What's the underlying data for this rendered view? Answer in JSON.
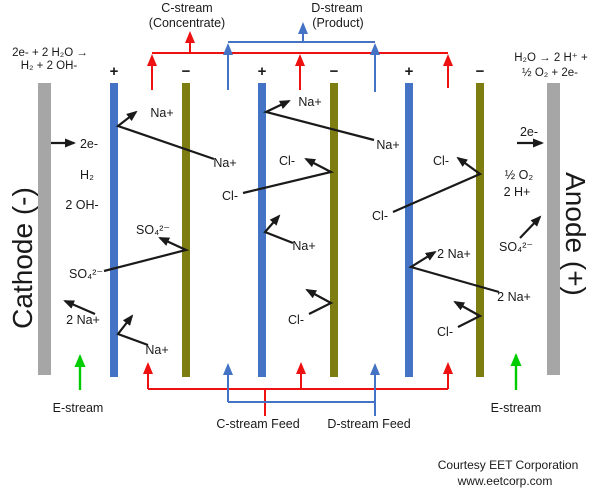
{
  "diagram": {
    "reactions": {
      "cathode": [
        "2e- + 2 H₂O →",
        "H₂ + 2 OH-"
      ],
      "anode": [
        "H₂O  →  2 H⁺ +",
        "½ O₂ + 2e-"
      ]
    },
    "electrodes": {
      "cathode": "Cathode (-)",
      "anode": "Anode (+)"
    },
    "membrane_signs": [
      "+",
      "−",
      "+",
      "−",
      "+",
      "−"
    ],
    "streams": {
      "c_top_line1": "C-stream",
      "c_top_line2": "(Concentrate)",
      "d_top_line1": "D-stream",
      "d_top_line2": "(Product)",
      "c_feed": "C-stream Feed",
      "d_feed": "D-stream Feed",
      "e_left": "E-stream",
      "e_right": "E-stream"
    },
    "ions": {
      "e_left_2e": "2e-",
      "e_left_h2": "H₂",
      "e_left_2oh": "2 OH-",
      "e_left_so4": "SO₄²⁻",
      "e_left_2na": "2 Na+",
      "c1_na_top": "Na+",
      "c1_so4": "SO₄²⁻",
      "c1_na_bottom": "Na+",
      "d1_na": "Na+",
      "d1_cl": "Cl-",
      "c2_na_top": "Na+",
      "c2_cl_top": "Cl-",
      "c2_na_bottom": "Na+",
      "c2_cl_bottom": "Cl-",
      "d2_na": "Na+",
      "d2_cl": "Cl-",
      "c3_cl_top": "Cl-",
      "c3_2na": "2 Na+",
      "c3_cl_bottom": "Cl-",
      "e_right_2e": "2e-",
      "e_right_o2": "½ O₂",
      "e_right_2h": "2 H+",
      "e_right_so4": "SO₄²⁻",
      "e_right_2na": "2 Na+"
    },
    "credit": [
      "Courtesy EET Corporation",
      "www.eetcorp.com"
    ],
    "colors": {
      "membrane_blue": "#4472c4",
      "membrane_olive": "#7e7d12",
      "electrode_gray": "#a6a6a6",
      "c_stream_red": "#ee1111",
      "d_stream_blue": "#4472c4",
      "e_stream_green": "#00cc00",
      "ink_black": "#1a1a1a"
    }
  }
}
